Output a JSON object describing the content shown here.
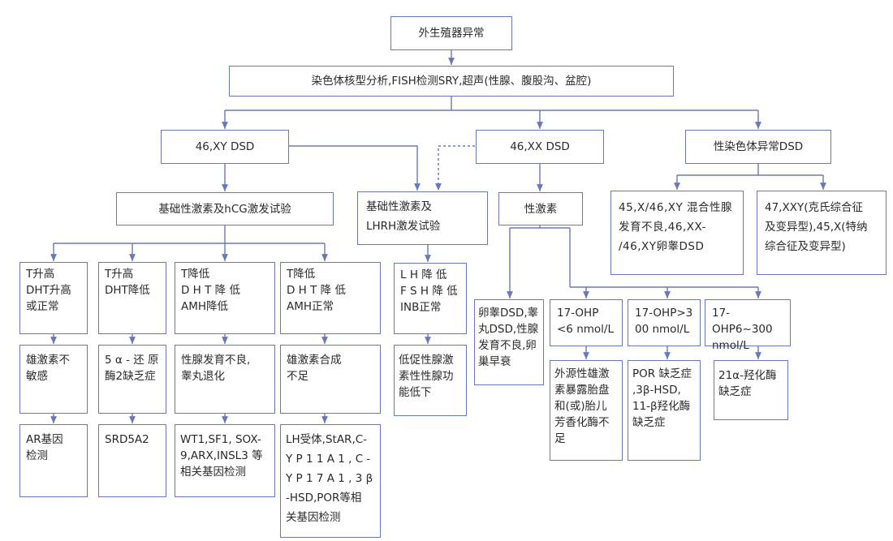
{
  "nodes": {
    "root": "外生殖器异常",
    "karyotype": "染色体核型分析,FISH检测SRY,超声(性腺、腹股沟、盆腔)",
    "xy_dsd": "46,XY DSD",
    "xx_dsd": "46,XX DSD",
    "sex_chrom_dsd": "性染色体异常DSD",
    "basic_hcg": "基础性激素及hCG激发试验",
    "basic_lhrh": "基础性激素及\nLHRH激发试验",
    "sex_hormones": "性激素",
    "mosaic": "45,X/46,XY 混合性腺\n发育不良,46,XX-\n/46,XY卵睾DSD",
    "klinefelter_turner": "47,XXY(克氏综合征\n及变异型),45,X(特纳\n综合征及变异型)",
    "t_high_dht_high": "T升高\nDHT升高\n或正常",
    "t_high_dht_low": "T升高\nDHT降低",
    "t_low_amh_low": "T降低\nD H T 降 低\nAMH降低",
    "t_low_amh_normal": "T降低\nD H T 降 低\nAMH正常",
    "lh_fsh_low": "L H 降 低\nF S H 降 低\nINB正常",
    "ovotesticular": "卵睾DSD,睾\n丸DSD,性腺\n发育不良,卵\n巢早衰",
    "ohp_lt6": "17-OHP\n<6 nmol/L",
    "ohp_gt3": "17-OHP>3\n00 nmol/L",
    "ohp_6_300": "17-OHP6~300\nnmol/L",
    "androgen_insensitivity": "雄激素不\n敏感",
    "srd5a2_def": "5 α - 还 原\n酶2缺乏症",
    "gonadal_dysgenesis": "性腺发育不良,\n睾丸退化",
    "androgen_synthesis": "雄激素合成\n不足",
    "hypogonadism": "低促性腺激\n素性性腺功\n能低下",
    "external_androgen": "外源性雄激\n素暴露胎盘\n和(或)胎儿\n芳香化酶不\n足",
    "por_def": "POR 缺乏症\n,3β-HSD,\n11-β羟化酶\n缺乏症",
    "cyp21_def": "21α-羟化酶\n缺乏症",
    "ar_gene": "AR基因\n检测",
    "srd5a2_gene": "SRD5A2",
    "wt1_genes": "WT1,SF1, SOX-\n9,ARX,INSL3 等\n相关基因检测",
    "lh_receptor_genes": "LH受体,StAR,C-\nY P 1 1 A 1 , C -\nY P 1 7 A 1 , 3 β\n-HSD,POR等相\n关基因检测"
  },
  "colors": {
    "border": "#6878b8",
    "line": "#6878b8"
  }
}
